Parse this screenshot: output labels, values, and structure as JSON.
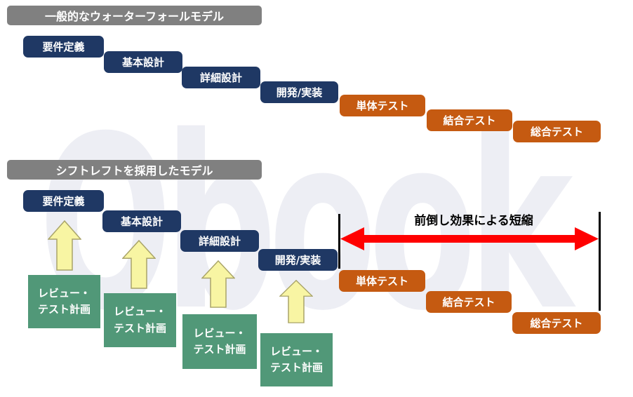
{
  "watermark": {
    "text": "Qbook"
  },
  "colors": {
    "design_phase": "#1F3864",
    "test_phase": "#C55A11",
    "section_header": "#808080",
    "review_box": "#519878",
    "up_arrow_fill": "#F8F5A3",
    "up_arrow_border": "#A9A469",
    "shorten_arrow": "#FF0000",
    "marker_line": "#000000",
    "text_on_dark": "#FFFFFF",
    "watermark": "#EDEEF4"
  },
  "top_model": {
    "title": "一般的なウォーターフォールモデル",
    "phases": [
      {
        "label": "要件定義"
      },
      {
        "label": "基本設計"
      },
      {
        "label": "詳細設計"
      },
      {
        "label": "開発/実装"
      },
      {
        "label": "単体テスト"
      },
      {
        "label": "結合テスト"
      },
      {
        "label": "総合テスト"
      }
    ]
  },
  "bottom_model": {
    "title": "シフトレフトを採用したモデル",
    "phases": [
      {
        "label": "要件定義"
      },
      {
        "label": "基本設計"
      },
      {
        "label": "詳細設計"
      },
      {
        "label": "開発/実装"
      },
      {
        "label": "単体テスト"
      },
      {
        "label": "結合テスト"
      },
      {
        "label": "総合テスト"
      }
    ],
    "review_boxes": [
      {
        "line1": "レビュー・",
        "line2": "テスト計画"
      },
      {
        "line1": "レビュー・",
        "line2": "テスト計画"
      },
      {
        "line1": "レビュー・",
        "line2": "テスト計画"
      },
      {
        "line1": "レビュー・",
        "line2": "テスト計画"
      }
    ],
    "shorten_label": "前倒し効果による短縮"
  }
}
